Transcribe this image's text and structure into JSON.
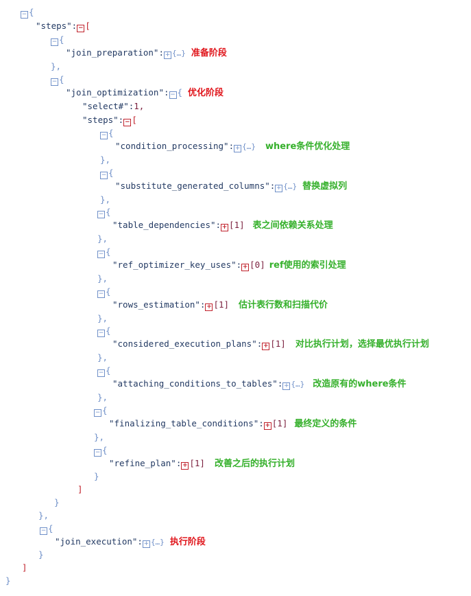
{
  "colors": {
    "annotation_red": "#e0161c",
    "annotation_green": "#35b02b",
    "key": "#233a63",
    "punct": "#6e8fc8",
    "number": "#7a1f3d"
  },
  "icons": {
    "collapse": "minus-box-icon",
    "expand": "plus-box-icon"
  },
  "glyphs": {
    "open_brace": "{",
    "close_brace": "}",
    "close_brace_comma": "},",
    "open_bracket": "[",
    "close_bracket": "]",
    "collapsed_obj": "{…}",
    "minus": "−",
    "plus": "+"
  },
  "keys": {
    "steps": "\"steps\":",
    "join_preparation": "\"join_preparation\":",
    "join_optimization": "\"join_optimization\":",
    "select": "\"select#\":",
    "inner_steps": "\"steps\":",
    "condition_processing": "\"condition_processing\":",
    "substitute_generated_columns": "\"substitute_generated_columns\":",
    "table_dependencies": "\"table_dependencies\":",
    "ref_optimizer_key_uses": "\"ref_optimizer_key_uses\":",
    "rows_estimation": "\"rows_estimation\":",
    "considered_execution_plans": "\"considered_execution_plans\":",
    "attaching_conditions_to_tables": "\"attaching_conditions_to_tables\":",
    "finalizing_table_conditions": "\"finalizing_table_conditions\":",
    "refine_plan": "\"refine_plan\":",
    "join_execution": "\"join_execution\":"
  },
  "values": {
    "select": "1,",
    "table_dependencies": "[1]",
    "ref_optimizer_key_uses": "[0]",
    "rows_estimation": "[1]",
    "considered_execution_plans": "[1]",
    "finalizing_table_conditions": "[1]",
    "refine_plan": "[1]"
  },
  "annotations": {
    "join_preparation": "准备阶段",
    "join_optimization": "优化阶段",
    "condition_processing": "where条件优化处理",
    "substitute_generated_columns": "替换虚拟列",
    "table_dependencies": "表之间依赖关系处理",
    "ref_optimizer_key_uses": "ref使用的索引处理",
    "rows_estimation": "估计表行数和扫描代价",
    "considered_execution_plans": "对比执行计划，选择最优执行计划",
    "attaching_conditions_to_tables": "改造原有的where条件",
    "finalizing_table_conditions": "最终定义的条件",
    "refine_plan": "改善之后的执行计划",
    "join_execution": "执行阶段"
  }
}
